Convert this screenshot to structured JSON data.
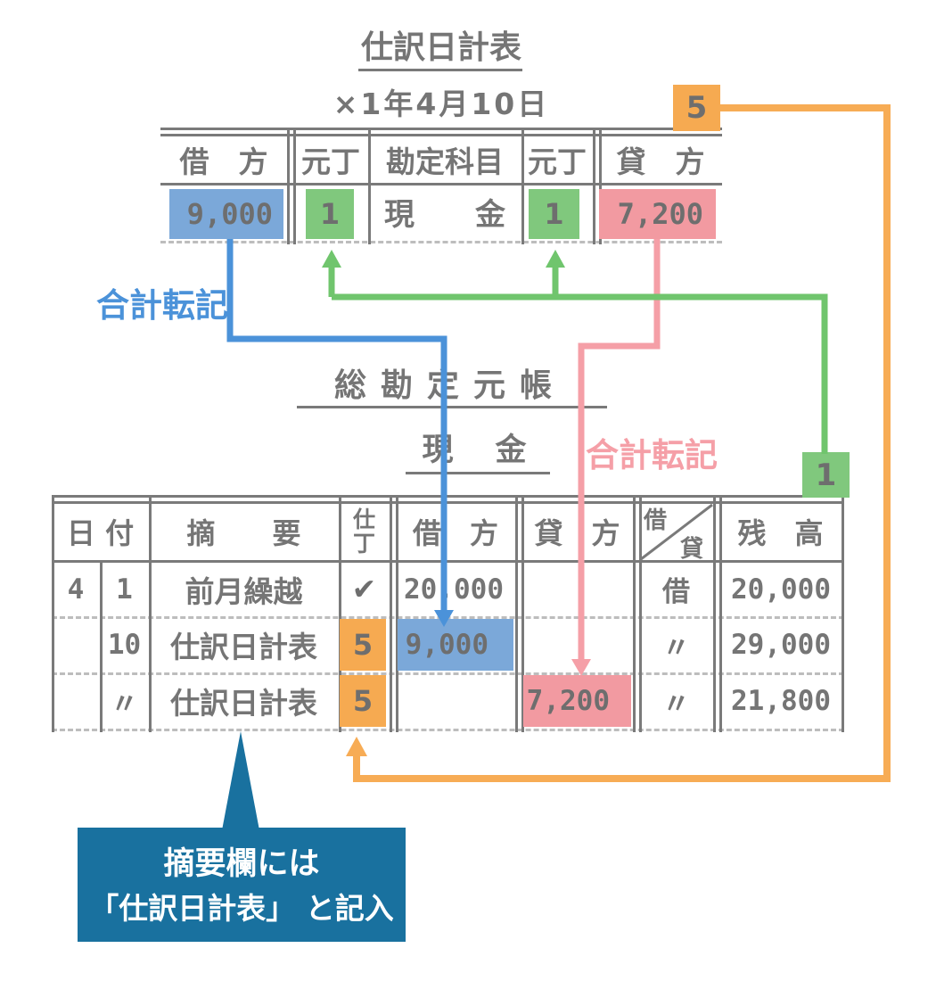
{
  "colors": {
    "line_gray": "#7a7a7a",
    "text_gray": "#757575",
    "blue_highlight": "#7ba8d9",
    "green_highlight": "#80c87d",
    "pink_highlight": "#f29aa1",
    "orange_highlight": "#f6aa51",
    "blue_arrow": "#4b92d9",
    "green_arrow": "#70c56d",
    "pink_arrow": "#f59fa7",
    "orange_arrow": "#f7ac55",
    "callout_bg": "#19719f"
  },
  "journal": {
    "title": "仕訳日計表",
    "date": "×1年4月10日",
    "page_badge": "5",
    "headers": {
      "debit": "借　方",
      "ref_left": "元丁",
      "account": "勘定科目",
      "ref_right": "元丁",
      "credit": "貸　方"
    },
    "row": {
      "debit": "9,000",
      "ref_left": "1",
      "account": "現　　金",
      "ref_right": "1",
      "credit": "7,200"
    }
  },
  "posting_label_left": "合計転記",
  "posting_label_right": "合計転記",
  "ledger": {
    "title": "総勘定元帳",
    "account": "現　金",
    "page_badge": "1",
    "headers": {
      "date": "日 付",
      "memo": "摘　　要",
      "ref_top": "仕",
      "ref_bottom": "丁",
      "debit": "借　方",
      "credit": "貸　方",
      "dc_debit": "借",
      "dc_credit": "貸",
      "balance": "残　高"
    },
    "rows": [
      {
        "month": "4",
        "day": "1",
        "memo": "前月繰越",
        "ref": "✔",
        "debit": "20,000",
        "credit": "",
        "dc": "借",
        "balance": "20,000"
      },
      {
        "month": "",
        "day": "10",
        "memo": "仕訳日計表",
        "ref": "5",
        "debit": "9,000",
        "credit": "",
        "dc": "〃",
        "balance": "29,000"
      },
      {
        "month": "",
        "day": "〃",
        "memo": "仕訳日計表",
        "ref": "5",
        "debit": "",
        "credit": "7,200",
        "dc": "〃",
        "balance": "21,800"
      }
    ]
  },
  "callout": {
    "line1": "摘要欄には",
    "line2": "「仕訳日計表」 と記入"
  }
}
